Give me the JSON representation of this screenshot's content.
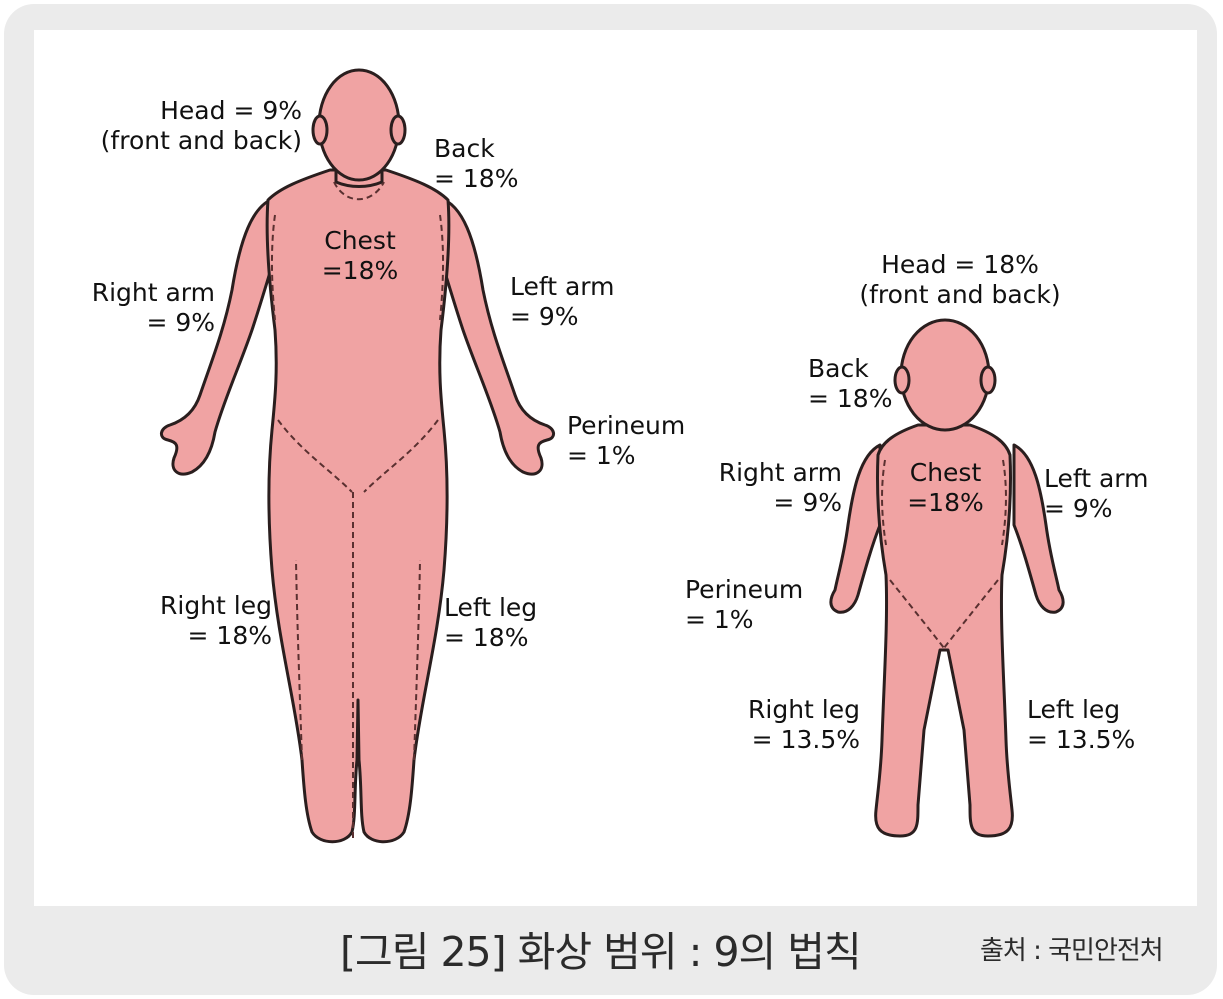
{
  "adult": {
    "head": {
      "line1": "Head = 9%",
      "line2": "(front and back)"
    },
    "back": {
      "line1": "Back",
      "line2": "= 18%"
    },
    "chest": {
      "line1": "Chest",
      "line2": "=18%"
    },
    "right_arm": {
      "line1": "Right arm",
      "line2": "= 9%"
    },
    "left_arm": {
      "line1": "Left arm",
      "line2": "= 9%"
    },
    "perineum": {
      "line1": "Perineum",
      "line2": "= 1%"
    },
    "right_leg": {
      "line1": "Right leg",
      "line2": "= 18%"
    },
    "left_leg": {
      "line1": "Left leg",
      "line2": "= 18%"
    }
  },
  "child": {
    "head": {
      "line1": "Head = 18%",
      "line2": "(front and back)"
    },
    "back": {
      "line1": "Back",
      "line2": "= 18%"
    },
    "chest": {
      "line1": "Chest",
      "line2": "=18%"
    },
    "right_arm": {
      "line1": "Right arm",
      "line2": "9%",
      "line2_prefix": "= "
    },
    "left_arm": {
      "line1": "Left arm",
      "line2": "= 9%"
    },
    "perineum": {
      "line1": "Perineum",
      "line2": "= 1%"
    },
    "right_leg": {
      "line1": "Right leg",
      "line2": "= 13.5%"
    },
    "left_leg": {
      "line1": "Left leg",
      "line2": "= 13.5%"
    }
  },
  "caption": "[그림 25] 화상 범위 : 9의 법칙",
  "source": "출처 : 국민안전처",
  "colors": {
    "skin": "#f0a3a3",
    "outline": "#2a1e1e",
    "frame": "#ebebeb"
  }
}
